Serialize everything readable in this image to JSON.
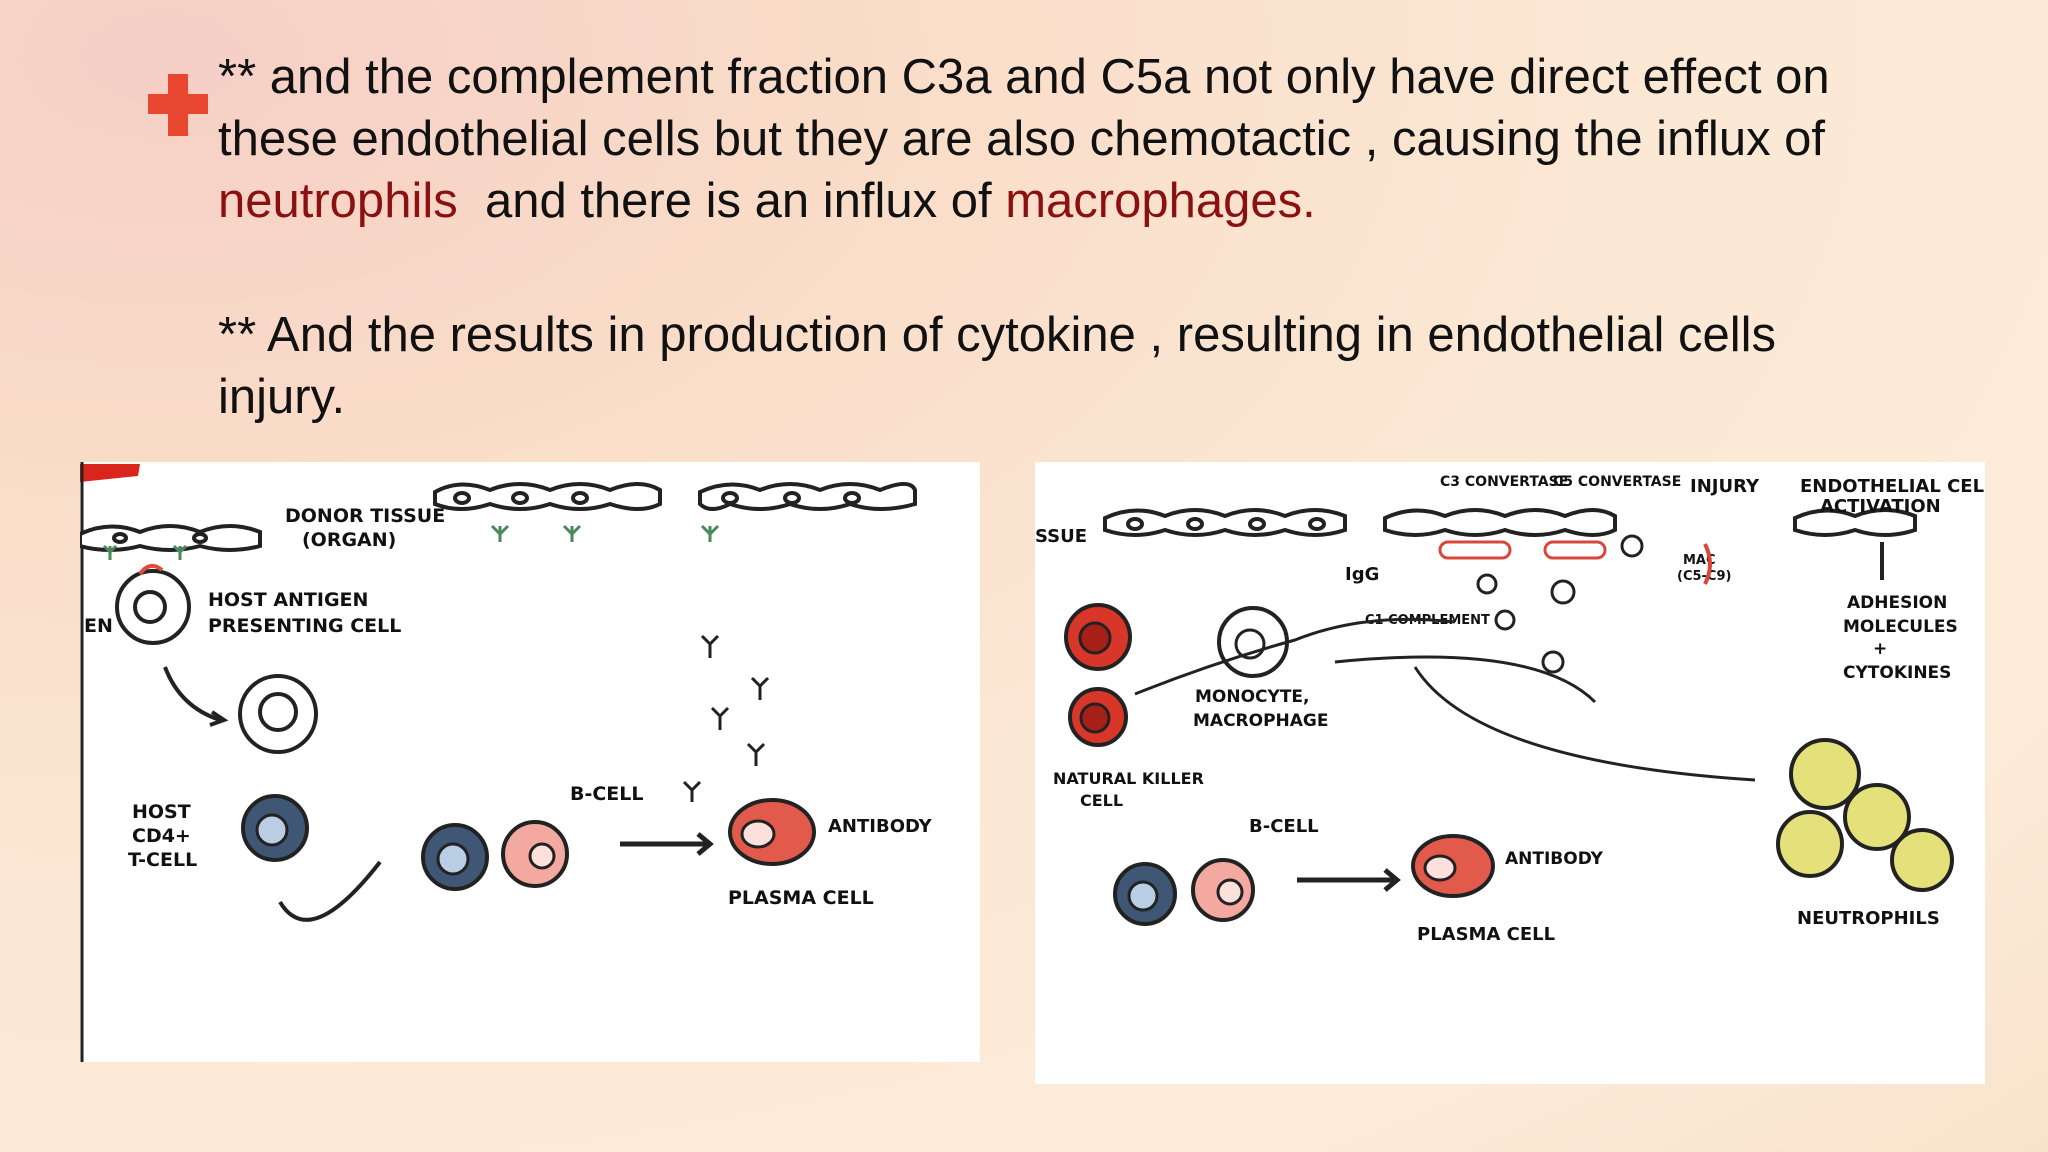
{
  "slide": {
    "para1": {
      "lines": [
        "** and the complement fraction  C3a and C5a not only have direct effect on",
        "these endothelial cells but they are also chemotactic , causing the influx of"
      ],
      "line3_accent1": "neutrophils",
      "line3_mid": "  and there is an influx of ",
      "line3_accent2": "macrophages."
    },
    "para2": {
      "line1": "** And the results in production of cytokine , resulting  in endothelial cells",
      "line2": "injury."
    },
    "colors": {
      "accent": "#8b1010",
      "bullet": "#e8462f"
    }
  },
  "left_diagram": {
    "labels": {
      "donor_tissue": "DONOR TISSUE",
      "organ": "(ORGAN)",
      "apc_1": "HOST ANTIGEN",
      "apc_2": "PRESENTING CELL",
      "en": "EN",
      "host_1": "HOST",
      "host_2": "CD4+",
      "host_3": "T-CELL",
      "b_cell": "B-CELL",
      "antibody": "ANTIBODY",
      "plasma_cell": "PLASMA CELL"
    }
  },
  "right_diagram": {
    "labels": {
      "ssue": "SSUE",
      "c3_convertase": "C3 CONVERTASE",
      "c5_convertase": "C5 CONVERTASE",
      "injury": "INJURY",
      "endothelial": "ENDOTHELIAL CELL",
      "activation": "ACTIVATION",
      "igg": "IgG",
      "c1": "C1 COMPLEMENT",
      "mac": "MAC",
      "mac_sub": "(C5-C9)",
      "adhesion_1": "ADHESION",
      "adhesion_2": "MOLECULES",
      "plus": "+",
      "cytokines": "CYTOKINES",
      "monocyte_1": "MONOCYTE,",
      "monocyte_2": "MACROPHAGE",
      "nk_1": "NATURAL KILLER",
      "nk_2": "CELL",
      "b_cell": "B-CELL",
      "antibody": "ANTIBODY",
      "plasma_cell": "PLASMA CELL",
      "neutrophils": "NEUTROPHILS"
    }
  }
}
